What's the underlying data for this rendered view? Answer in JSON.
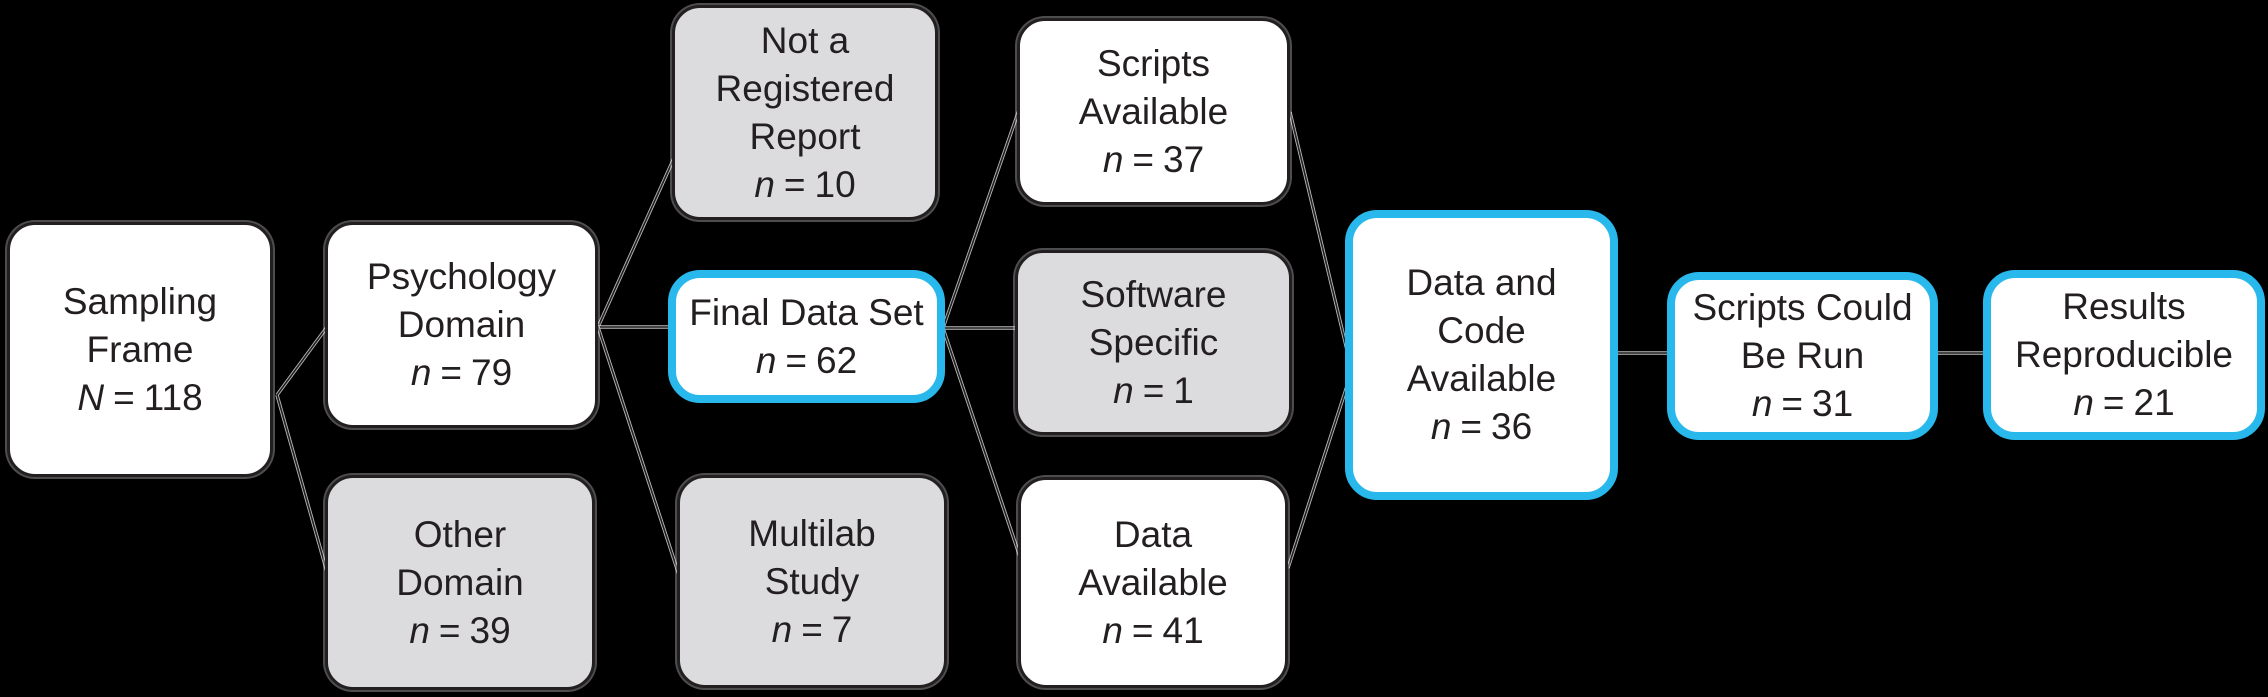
{
  "figure": {
    "type": "flow-diagram",
    "background_color": "#000000",
    "accent_color": "#29b8ec",
    "excluded_fill_color": "#dcdcde",
    "included_fill_color": "#ffffff",
    "border_color": "#231f20",
    "text_color": "#231f20"
  },
  "nodes": [
    {
      "id": "sampling-frame",
      "label_lines": [
        "Sampling",
        "Frame"
      ],
      "stat_prefix": "N",
      "stat_eq": "=",
      "stat_value": "118",
      "style": "white"
    },
    {
      "id": "psychology-domain",
      "label_lines": [
        "Psychology",
        "Domain"
      ],
      "stat_prefix": "n",
      "stat_eq": "=",
      "stat_value": "79",
      "style": "white"
    },
    {
      "id": "not-a-registered-report",
      "label_lines": [
        "Not a",
        "Registered",
        "Report"
      ],
      "stat_prefix": "n",
      "stat_eq": "=",
      "stat_value": "10",
      "style": "excluded"
    },
    {
      "id": "final-data-set",
      "label_lines": [
        "Final Data Set"
      ],
      "stat_prefix": "n",
      "stat_eq": "=",
      "stat_value": "62",
      "style": "highlight"
    },
    {
      "id": "other-domain",
      "label_lines": [
        "Other",
        "Domain"
      ],
      "stat_prefix": "n",
      "stat_eq": "=",
      "stat_value": "39",
      "style": "excluded"
    },
    {
      "id": "multilab-study",
      "label_lines": [
        "Multilab",
        "Study"
      ],
      "stat_prefix": "n",
      "stat_eq": "=",
      "stat_value": "7",
      "style": "excluded"
    },
    {
      "id": "scripts-available",
      "label_lines": [
        "Scripts",
        "Available"
      ],
      "stat_prefix": "n",
      "stat_eq": "=",
      "stat_value": "37",
      "style": "white"
    },
    {
      "id": "software-specific",
      "label_lines": [
        "Software",
        "Specific"
      ],
      "stat_prefix": "n",
      "stat_eq": "=",
      "stat_value": "1",
      "style": "excluded"
    },
    {
      "id": "data-available",
      "label_lines": [
        "Data",
        "Available"
      ],
      "stat_prefix": "n",
      "stat_eq": "=",
      "stat_value": "41",
      "style": "white"
    },
    {
      "id": "data-and-code-available",
      "label_lines": [
        "Data and",
        "Code",
        "Available"
      ],
      "stat_prefix": "n",
      "stat_eq": "=",
      "stat_value": "36",
      "style": "highlight"
    },
    {
      "id": "scripts-could-be-run",
      "label_lines": [
        "Scripts Could",
        "Be Run"
      ],
      "stat_prefix": "n",
      "stat_eq": "=",
      "stat_value": "31",
      "style": "highlight"
    },
    {
      "id": "results-reproducible",
      "label_lines": [
        "Results",
        "Reproducible"
      ],
      "stat_prefix": "n",
      "stat_eq": "=",
      "stat_value": "21",
      "style": "highlight"
    }
  ],
  "edges": [
    {
      "from": "sampling-frame",
      "to": "psychology-domain"
    },
    {
      "from": "sampling-frame",
      "to": "other-domain"
    },
    {
      "from": "psychology-domain",
      "to": "not-a-registered-report"
    },
    {
      "from": "psychology-domain",
      "to": "final-data-set"
    },
    {
      "from": "psychology-domain",
      "to": "multilab-study"
    },
    {
      "from": "final-data-set",
      "to": "scripts-available"
    },
    {
      "from": "final-data-set",
      "to": "software-specific"
    },
    {
      "from": "final-data-set",
      "to": "data-available"
    },
    {
      "from": "scripts-available",
      "to": "data-and-code-available"
    },
    {
      "from": "data-available",
      "to": "data-and-code-available"
    },
    {
      "from": "data-and-code-available",
      "to": "scripts-could-be-run"
    },
    {
      "from": "scripts-could-be-run",
      "to": "results-reproducible"
    }
  ]
}
